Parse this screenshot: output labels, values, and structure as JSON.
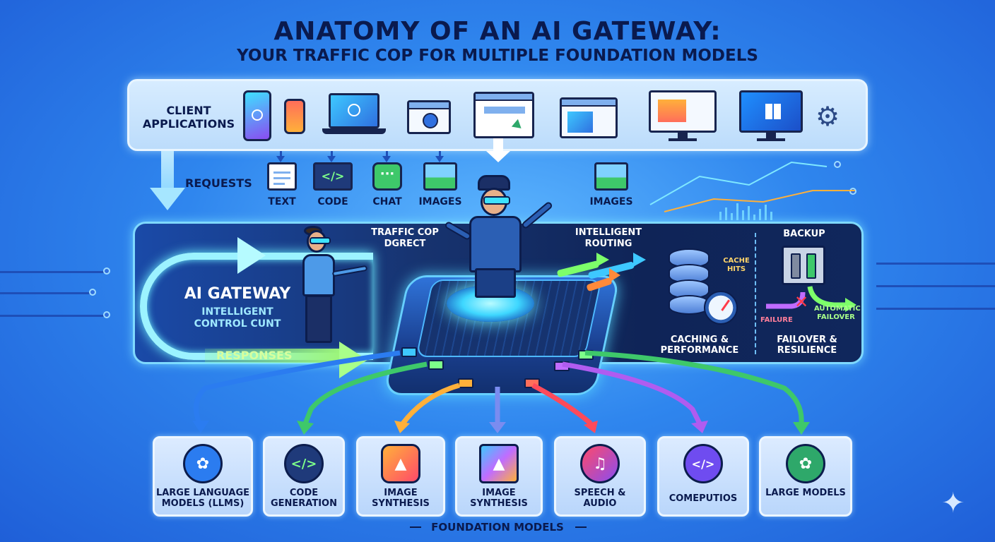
{
  "header": {
    "title": "ANATOMY OF AN AI GATEWAY:",
    "subtitle": "YOUR TRAFFIC COP FOR MULTIPLE FOUNDATION MODELS"
  },
  "client": {
    "label": "CLIENT APPLICATIONS"
  },
  "requests": {
    "label": "REQUESTS",
    "items": [
      "TEXT",
      "CODE",
      "CHAT",
      "IMAGES",
      "IMAGES"
    ]
  },
  "gateway": {
    "title": "AI GATEWAY",
    "subtitle": "INTELLIGENT CONTROL CUNT",
    "responses_label": "RESPONSES",
    "cop_text": "TRAFFIC COP DGRECT",
    "routing_text": "INTELLIGENT ROUTING",
    "cache_hits": "CACHE HITS",
    "caching_title": "CACHING & PERFORMANCE",
    "backup_label": "BACKUP",
    "failure_label": "FAILURE",
    "auto_failover": "AUTOMATIC FAILOVER",
    "failover_title": "FAILOVER & RESILIENCE"
  },
  "models": {
    "section_label": "FOUNDATION MODELS",
    "items": [
      {
        "label": "LARGE LANGUAGE MODELS (LLMS)",
        "icon": "openai-knot-icon",
        "color": "#2b7cf0"
      },
      {
        "label": "CODE GENERATION",
        "icon": "code-brackets-icon",
        "color": "#1f3a7a"
      },
      {
        "label": "IMAGE SYNTHESIS",
        "icon": "image-icon",
        "color": "#f07a2b"
      },
      {
        "label": "IMAGE SYNTHESIS",
        "icon": "image-gradient-icon",
        "color": "#7a4cf0"
      },
      {
        "label": "SPEECH & AUDIO",
        "icon": "waveform-icon",
        "color": "#b03ad6"
      },
      {
        "label": "COMEPUTIOS",
        "icon": "code-chip-icon",
        "color": "#6f4cf0"
      },
      {
        "label": "LARGE MODELS",
        "icon": "openai-knot-icon",
        "color": "#2ea86a"
      }
    ]
  },
  "colors": {
    "background": "#2f86ee",
    "panel_dark": "#17336f",
    "glow": "#7fd9ff",
    "responses_green": "#9cf57a"
  }
}
